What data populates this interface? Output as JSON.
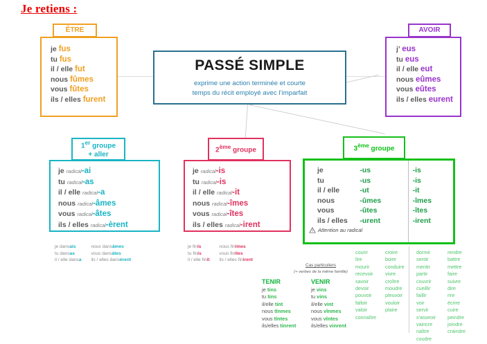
{
  "page": {
    "title": "Je retiens :"
  },
  "etre": {
    "tab_label": "ÊTRE",
    "color": "#f0a021",
    "rows": [
      {
        "pronoun": "je",
        "form": "fus"
      },
      {
        "pronoun": "tu",
        "form": "fus"
      },
      {
        "pronoun": "il / elle",
        "form": "fut"
      },
      {
        "pronoun": "nous",
        "form": "fûmes"
      },
      {
        "pronoun": "vous",
        "form": "fûtes"
      },
      {
        "pronoun": "ils / elles",
        "form": "furent"
      }
    ]
  },
  "avoir": {
    "tab_label": "AVOIR",
    "color": "#9933cc",
    "rows": [
      {
        "pronoun": "j’",
        "form": "eus"
      },
      {
        "pronoun": "tu",
        "form": "eus"
      },
      {
        "pronoun": "il / elle",
        "form": "eut"
      },
      {
        "pronoun": "nous",
        "form": "eûmes"
      },
      {
        "pronoun": "vous",
        "form": "eûtes"
      },
      {
        "pronoun": "ils / elles",
        "form": "eurent"
      }
    ]
  },
  "center": {
    "title": "PASSÉ SIMPLE",
    "subtitle_line1": "exprime une action terminée et courte",
    "subtitle_line2": "temps du récit employé avec l’imparfait",
    "border_color": "#2a6e8f",
    "subtitle_color": "#2b7fae"
  },
  "group1": {
    "tab_line1": "1er groupe",
    "tab_line1_base": "1",
    "tab_line1_sup": "er",
    "tab_line1_rest": " groupe",
    "tab_line2": "+ aller",
    "color": "#18b4c4",
    "radical_label": "radical",
    "rows": [
      {
        "pronoun": "je",
        "ending": "-ai"
      },
      {
        "pronoun": "tu",
        "ending": "-as"
      },
      {
        "pronoun": "il / elle",
        "ending": "-a"
      },
      {
        "pronoun": "nous",
        "ending": "-âmes"
      },
      {
        "pronoun": "vous",
        "ending": "-âtes"
      },
      {
        "pronoun": "ils / elles",
        "ending": "-èrent"
      }
    ],
    "example": {
      "left": [
        {
          "stem": "je dans",
          "ending": "ais"
        },
        {
          "stem": "tu dans",
          "ending": "as"
        },
        {
          "stem": "il / elle dans",
          "ending": "a"
        }
      ],
      "right": [
        {
          "stem": "nous dans",
          "ending": "âmes"
        },
        {
          "stem": "vous dans",
          "ending": "âtes"
        },
        {
          "stem": "ils / elles dans",
          "ending": "èrent"
        }
      ]
    }
  },
  "group2": {
    "tab_base": "2",
    "tab_sup": "ème",
    "tab_rest": " groupe",
    "color": "#e0315e",
    "radical_label": "radical",
    "rows": [
      {
        "pronoun": "je",
        "ending": "-is"
      },
      {
        "pronoun": "tu",
        "ending": "-is"
      },
      {
        "pronoun": "il / elle",
        "ending": "-it"
      },
      {
        "pronoun": "nous",
        "ending": "-îmes"
      },
      {
        "pronoun": "vous",
        "ending": "-îtes"
      },
      {
        "pronoun": "ils / elles",
        "ending": "-irent"
      }
    ],
    "example": {
      "left": [
        {
          "stem": "je fin",
          "ending": "is"
        },
        {
          "stem": "tu fin",
          "ending": "is"
        },
        {
          "stem": "il / elle fin",
          "ending": "it"
        }
      ],
      "right": [
        {
          "stem": "nous fin",
          "ending": "îmes"
        },
        {
          "stem": "vous fin",
          "ending": "îtes"
        },
        {
          "stem": "ils / elles fin",
          "ending": "irent"
        }
      ]
    }
  },
  "group3": {
    "tab_base": "3",
    "tab_sup": "ème",
    "tab_rest": " groupe",
    "color": "#12c019",
    "note": "Attention au radical",
    "note_icon": "warning-triangle-icon",
    "rows": [
      {
        "pronoun": "je",
        "ending_a": "-us",
        "ending_b": "-is"
      },
      {
        "pronoun": "tu",
        "ending_a": "-us",
        "ending_b": "-is"
      },
      {
        "pronoun": "il / elle",
        "ending_a": "-ut",
        "ending_b": "-it"
      },
      {
        "pronoun": "nous",
        "ending_a": "-ûmes",
        "ending_b": "-îmes"
      },
      {
        "pronoun": "vous",
        "ending_a": "-ûtes",
        "ending_b": "-îtes"
      },
      {
        "pronoun": "ils / elles",
        "ending_a": "-urent",
        "ending_b": "-irent"
      }
    ]
  },
  "special_cases": {
    "heading": "Cas particuliers",
    "subheading": "(+ verbes de la même famille)",
    "tenir": {
      "title": "TENIR",
      "rows": [
        {
          "pronoun": "je ",
          "verb": "tins"
        },
        {
          "pronoun": "tu ",
          "verb": "tins"
        },
        {
          "pronoun": "il/elle ",
          "verb": "tint"
        },
        {
          "pronoun": "nous ",
          "verb": "tînmes"
        },
        {
          "pronoun": "vous ",
          "verb": "tîntes"
        },
        {
          "pronoun": "ils/elles ",
          "verb": "tinrent"
        }
      ]
    },
    "venir": {
      "title": "VENIR",
      "rows": [
        {
          "pronoun": "je ",
          "verb": "vins"
        },
        {
          "pronoun": "tu ",
          "verb": "vins"
        },
        {
          "pronoun": "il/elle ",
          "verb": "vint"
        },
        {
          "pronoun": "nous ",
          "verb": "vînmes"
        },
        {
          "pronoun": "vous ",
          "verb": "vîntes"
        },
        {
          "pronoun": "ils/elles ",
          "verb": "vinrent"
        }
      ]
    }
  },
  "verb_lists": {
    "column1": [
      "courir",
      "lire",
      "mourir",
      "recevoir",
      "savoir",
      "devoir",
      "pouvoir",
      "falloir",
      "valoir",
      "connaître"
    ],
    "column2": [
      "croire",
      "boire",
      "conduire",
      "vivre",
      "croître",
      "moudre",
      "pleuvoir",
      "vouloir",
      "plaire"
    ],
    "column3": [
      "dormir",
      "sentir",
      "mentir",
      "partir",
      "couvrir",
      "cueillir",
      "faillir",
      "voir",
      "servir",
      "s'asseoir",
      "vaincre",
      "naître",
      "coudre"
    ],
    "column4": [
      "rendre",
      "battre",
      "mettre",
      "faire",
      "suivre",
      "dire",
      "rire",
      "écrire",
      "cuire",
      "peindre",
      "joindre",
      "craindre"
    ]
  }
}
